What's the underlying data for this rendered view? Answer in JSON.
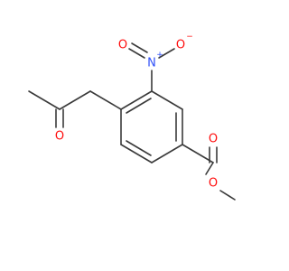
{
  "colors": {
    "bond": "#3a3a3a",
    "oxygen": "#ff0d0d",
    "nitrogen": "#3050f8"
  },
  "atoms": {
    "nitro_n": "N",
    "nitro_n_charge": "+",
    "nitro_o_top": "O",
    "nitro_o_right": "O",
    "nitro_o_charge": "−",
    "ketone_o": "O",
    "ester_carbonyl_o": "O",
    "ester_ether_o": "O"
  }
}
